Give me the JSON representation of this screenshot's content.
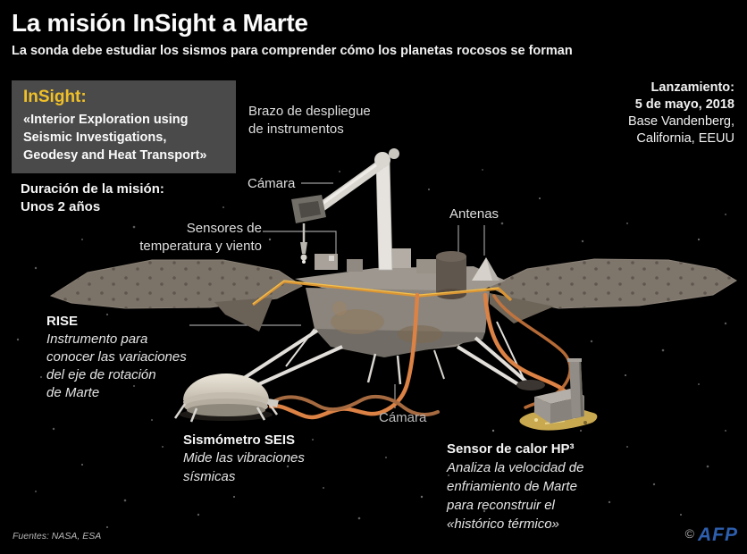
{
  "header": {
    "title": "La misión InSight a Marte",
    "subtitle": "La sonda debe estudiar los sismos para comprender cómo los planetas rocosos se forman"
  },
  "insight_box": {
    "title": "InSight:",
    "definition": "«Interior Exploration using\nSeismic Investigations,\nGeodesy and Heat Transport»"
  },
  "duration": {
    "label": "Duración de la misión:",
    "value": "Unos 2 años"
  },
  "launch": {
    "title": "Lanzamiento:",
    "date": "5 de mayo, 2018",
    "site": "Base Vandenberg,\nCalifornia, EEUU"
  },
  "diagram_labels": {
    "arm": "Brazo de despliegue\nde instrumentos",
    "camera_top": "Cámara",
    "sensors": "Sensores de\ntemperatura y viento",
    "antennas": "Antenas",
    "rise_title": "RISE",
    "rise_desc": "Instrumento para\nconocer las variaciones\ndel eje de rotación\nde Marte",
    "seis_title": "Sismómetro SEIS",
    "seis_desc": "Mide las vibraciones\nsísmicas",
    "camera_bottom": "Cámara",
    "hp3_title": "Sensor de calor HP³",
    "hp3_desc": "Analiza la velocidad de\nenfriamiento de Marte\npara reconstruir el\n«histórico térmico»"
  },
  "footer": {
    "sources": "Fuentes: NASA, ESA",
    "copyright": "©",
    "agency": "AFP"
  },
  "colors": {
    "accent_yellow": "#f0c028",
    "cable_orange": "#dc8245",
    "deck_rim_orange": "#d99434",
    "afp_blue": "#2d5fae",
    "box_gray": "#4a4a4a"
  }
}
